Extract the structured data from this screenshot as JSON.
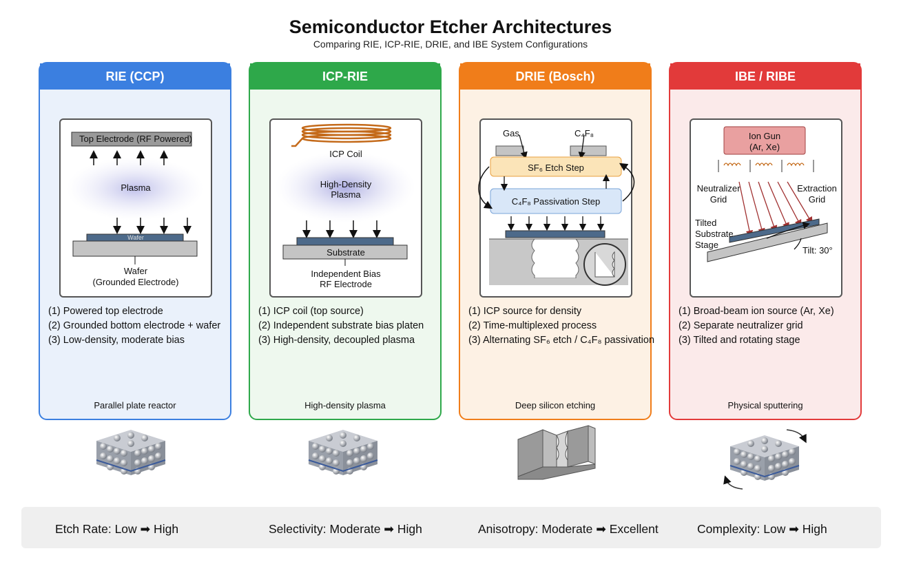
{
  "title": "Semiconductor Etcher Architectures",
  "subtitle": "Comparing RIE, ICP-RIE, DRIE, and IBE System Configurations",
  "panels": [
    {
      "header": "RIE (CCP)",
      "color": "#3b7fe0",
      "bg": "#eaf1fb",
      "labels": {
        "top_electrode": "Top Electrode (RF Powered)",
        "plasma": "Plasma",
        "wafer_tag": "Wafer",
        "wafer_label": "Wafer",
        "wafer_label2": "(Grounded Electrode)"
      },
      "features": [
        "(1) Powered top electrode",
        "(2) Grounded bottom electrode + wafer",
        "(3) Low-density, moderate bias"
      ],
      "footer": "Parallel plate reactor"
    },
    {
      "header": "ICP-RIE",
      "color": "#2ea84a",
      "bg": "#eef8ee",
      "labels": {
        "coil": "ICP Coil",
        "plasma": "High-Density",
        "plasma2": "Plasma",
        "substrate": "Substrate",
        "bias": "Independent Bias",
        "bias2": "RF Electrode"
      },
      "features": [
        "(1) ICP coil (top source)",
        "(2) Independent substrate bias platen",
        "(3) High-density, decoupled plasma"
      ],
      "footer": "High-density plasma"
    },
    {
      "header": "DRIE (Bosch)",
      "color": "#f07d1a",
      "bg": "#fdf1e4",
      "labels": {
        "gas": "Gas",
        "c4f8": "C₄F₈",
        "etch_step": "SF₆ Etch Step",
        "passivation": "C₄F₈ Passivation Step"
      },
      "features": [
        "(1) ICP source for density",
        "(2) Time-multiplexed process",
        "(3) Alternating SF₆ etch / C₄F₈ passivation"
      ],
      "footer": "Deep silicon etching"
    },
    {
      "header": "IBE / RIBE",
      "color": "#e23a3a",
      "bg": "#fbeaea",
      "labels": {
        "ion_gun": "Ion Gun",
        "ion_gun2": "(Ar, Xe)",
        "neutralizer": "Neutralizer",
        "neutralizer2": "Grid",
        "extraction": "Extraction",
        "extraction2": "Grid",
        "tilted": "Tilted",
        "tilted2": "Substrate",
        "tilted3": "Stage",
        "tilt": "Tilt: 30°"
      },
      "features": [
        "(1) Broad-beam ion source (Ar, Xe)",
        "(2) Separate neutralizer grid",
        "(3) Tilted and rotating stage"
      ],
      "footer": "Physical sputtering"
    }
  ],
  "metrics": [
    "Etch Rate: Low ➡ High",
    "Selectivity: Moderate ➡ High",
    "Anisotropy: Moderate ➡ Excellent",
    "Complexity: Low ➡ High"
  ]
}
